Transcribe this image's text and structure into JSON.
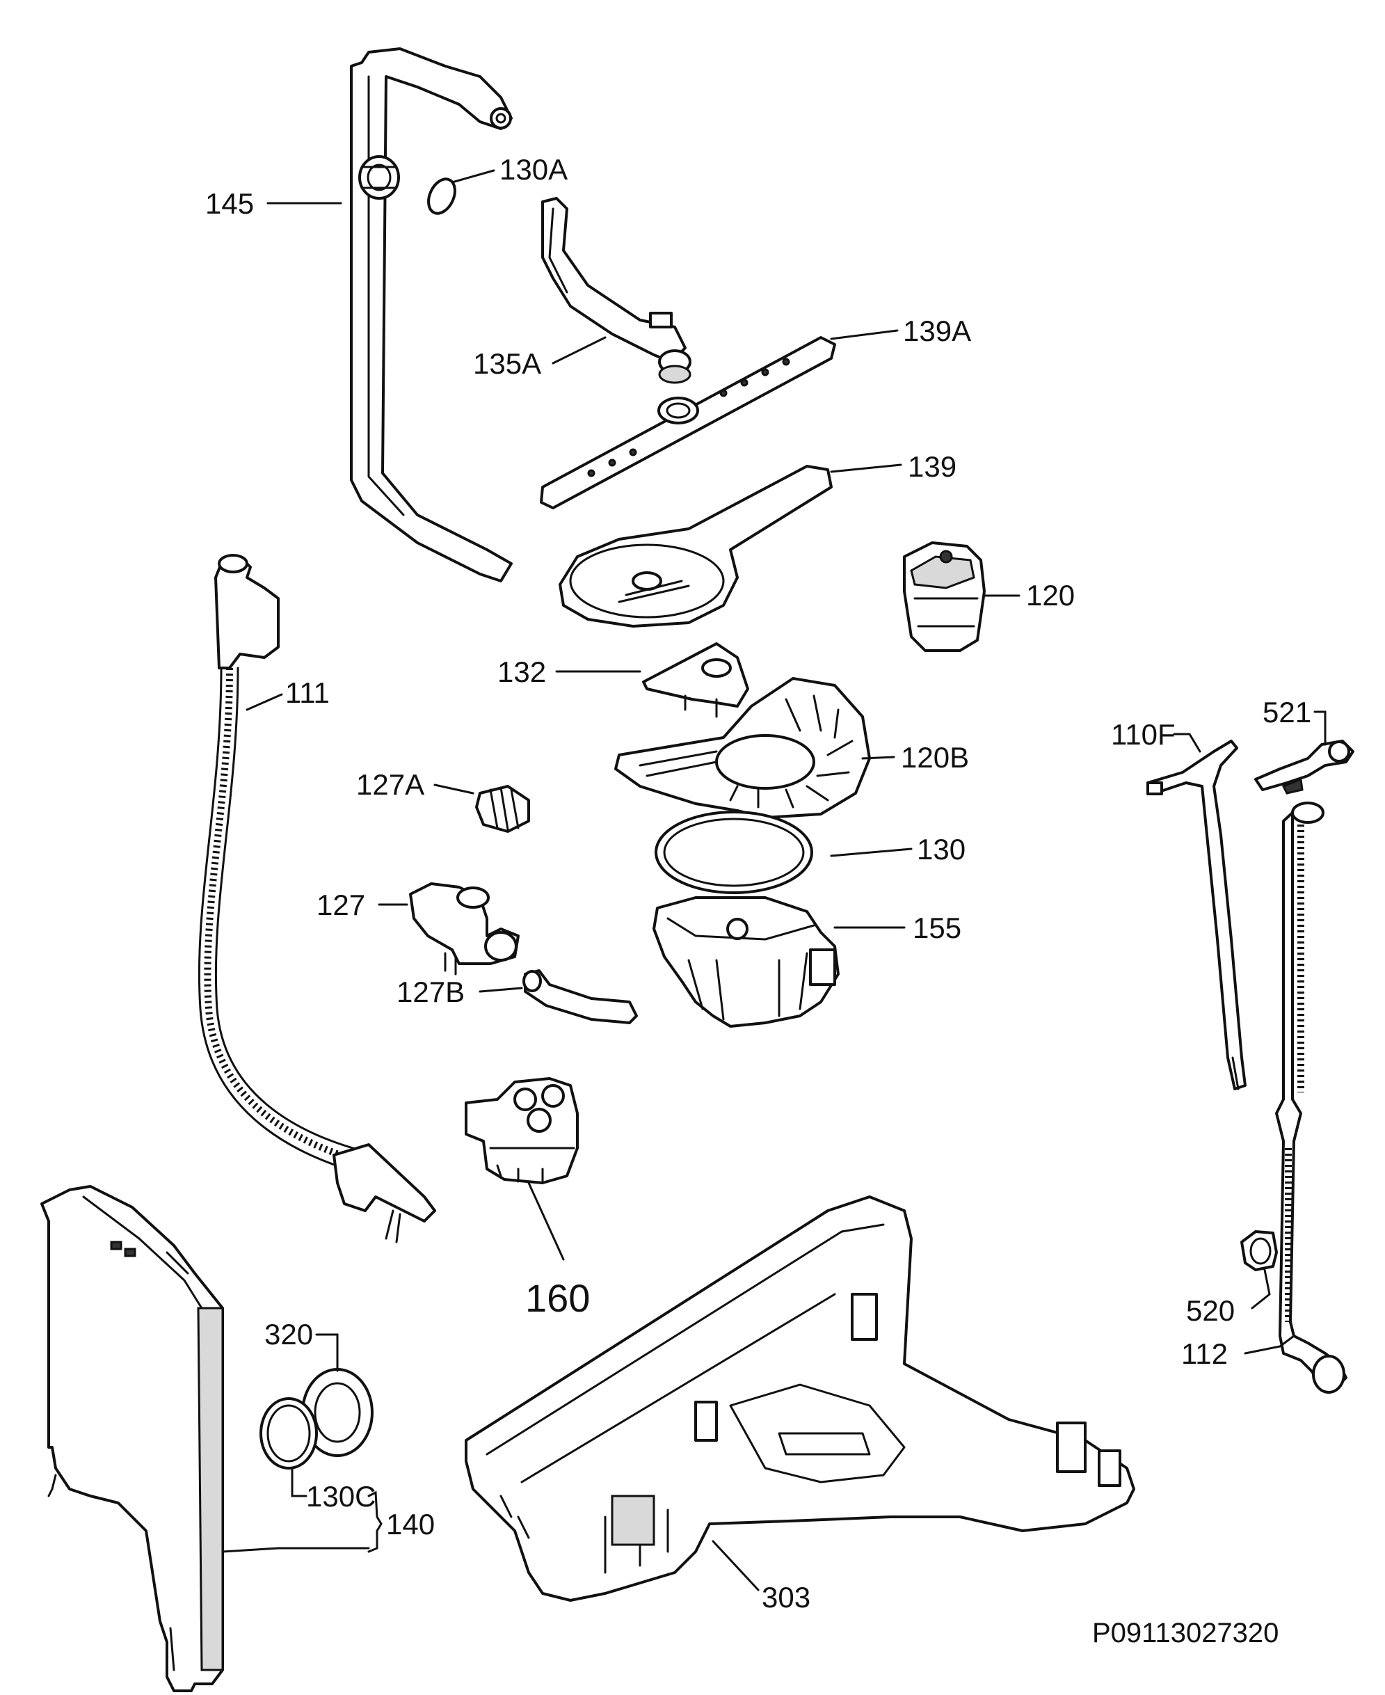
{
  "labels": {
    "l145": "145",
    "l130A": "130A",
    "l135A": "135A",
    "l139A": "139A",
    "l139": "139",
    "l120": "120",
    "l111": "111",
    "l132": "132",
    "l120B": "120B",
    "l127A": "127A",
    "l130": "130",
    "l127": "127",
    "l155": "155",
    "l127B": "127B",
    "l110F": "110F",
    "l521": "521",
    "l160": "160",
    "l320": "320",
    "l130C": "130C",
    "l140": "140",
    "l303": "303",
    "l520": "520",
    "l112": "112"
  },
  "drawing_code": "P09113027320",
  "colors": {
    "line": "#111111",
    "background": "#ffffff",
    "shade": "#d9d9d9"
  }
}
